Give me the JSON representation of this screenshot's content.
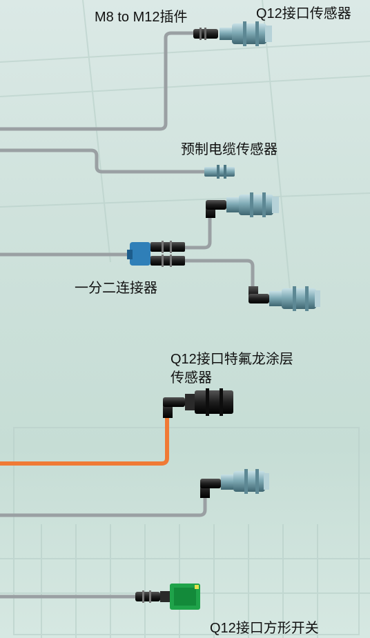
{
  "labels": {
    "m8_to_m12": "M8 to M12插件",
    "q12_sensor": "Q12接口传感器",
    "prewired_sensor": "预制电缆传感器",
    "splitter": "一分二连接器",
    "teflon_line1": "Q12接口特氟龙涂层",
    "teflon_line2": "传感器",
    "square_switch": "Q12接口方形开关"
  },
  "colors": {
    "cable_gray": "#9aa0a3",
    "cable_orange": "#f07a35",
    "sensor_body": "#7faab5",
    "splitter_blue": "#2f7fb8",
    "switch_green": "#1fa34a"
  }
}
